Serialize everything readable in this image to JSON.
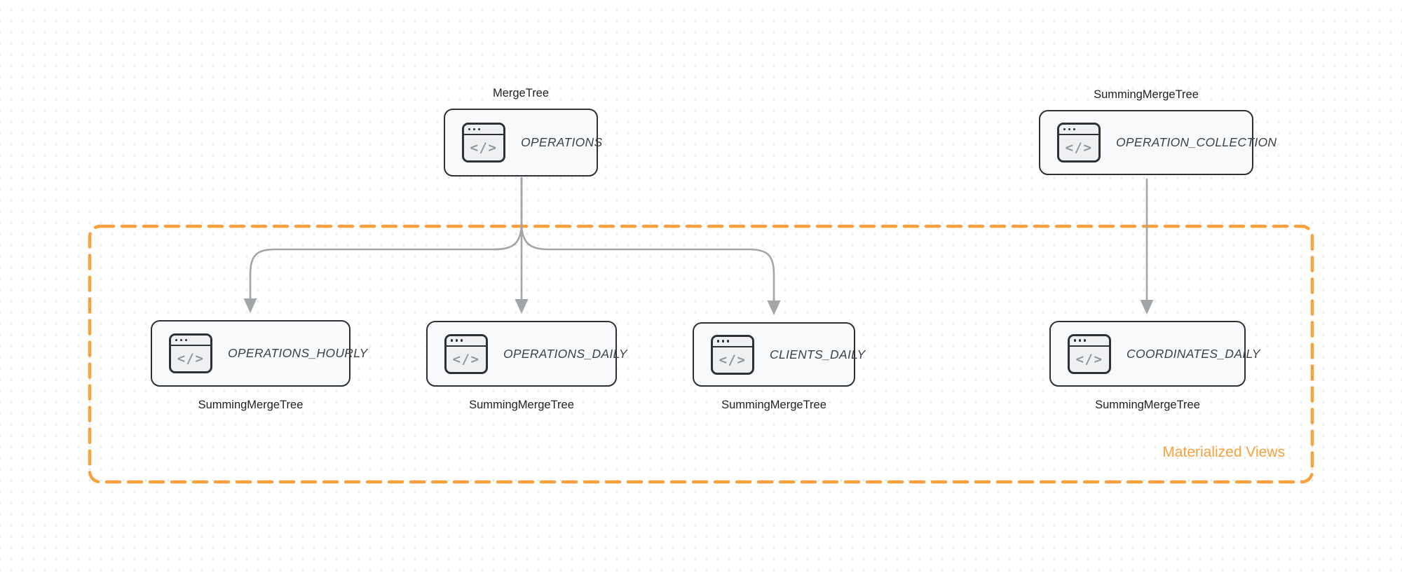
{
  "diagram": {
    "group_label": "Materialized Views",
    "icon_glyph": "</>",
    "colors": {
      "accent_orange": "#f9a03c",
      "node_border": "#2d3136",
      "node_fill": "#f8f9fa",
      "arrow_gray": "#a3a6a9",
      "engine_label_text": "#1d2023",
      "node_title_text": "#3d4247"
    },
    "nodes": [
      {
        "id": "operations",
        "title": "OPERATIONS",
        "engine_label": "MergeTree",
        "engine_label_position": "top"
      },
      {
        "id": "operation_collection",
        "title": "OPERATION_COLLECTION",
        "engine_label": "SummingMergeTree",
        "engine_label_position": "top"
      },
      {
        "id": "operations_hourly",
        "title": "OPERATIONS_HOURLY",
        "engine_label": "SummingMergeTree",
        "engine_label_position": "bottom"
      },
      {
        "id": "operations_daily",
        "title": "OPERATIONS_DAILY",
        "engine_label": "SummingMergeTree",
        "engine_label_position": "bottom"
      },
      {
        "id": "clients_daily",
        "title": "CLIENTS_DAILY",
        "engine_label": "SummingMergeTree",
        "engine_label_position": "bottom"
      },
      {
        "id": "coordinates_daily",
        "title": "COORDINATES_DAILY",
        "engine_label": "SummingMergeTree",
        "engine_label_position": "bottom"
      }
    ],
    "edges": [
      {
        "from": "operations",
        "to": "operations_hourly"
      },
      {
        "from": "operations",
        "to": "operations_daily"
      },
      {
        "from": "operations",
        "to": "clients_daily"
      },
      {
        "from": "operation_collection",
        "to": "coordinates_daily"
      }
    ]
  }
}
